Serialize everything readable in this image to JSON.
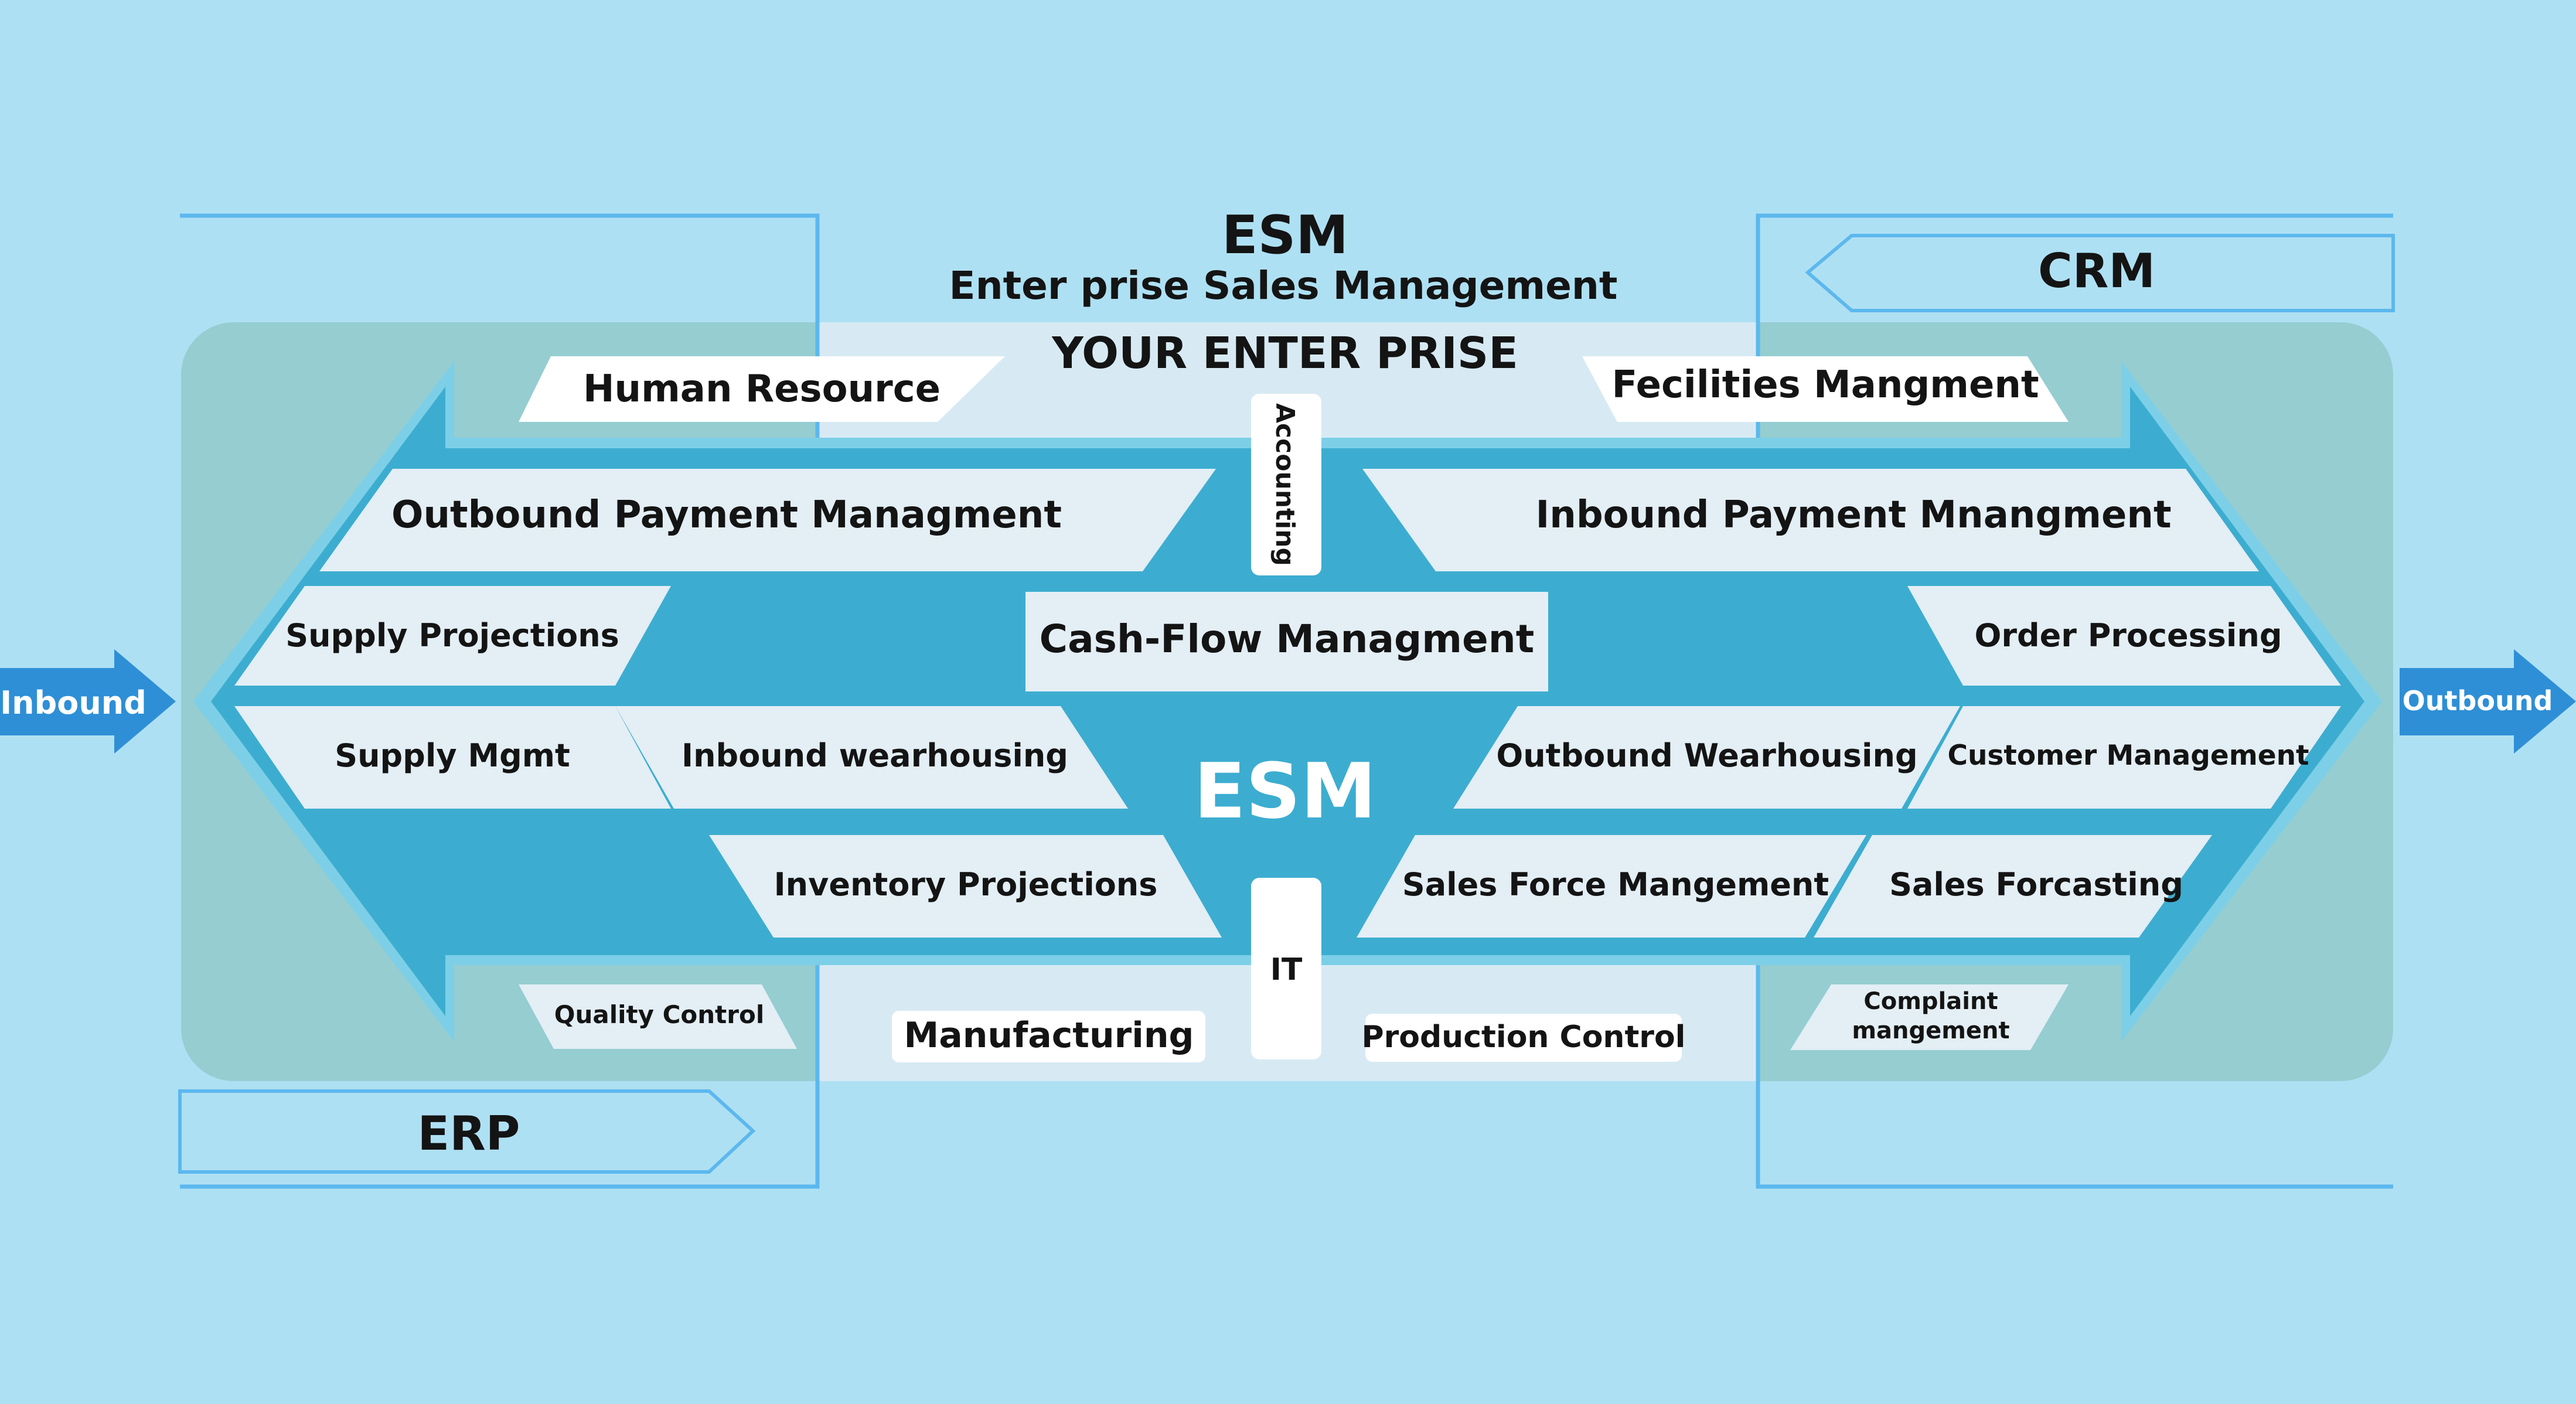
{
  "header": {
    "acronym": "ESM",
    "full_name": "Enter prise Sales Management",
    "enterprise": "YOUR ENTER PRISE"
  },
  "systems": {
    "left": "ERP",
    "right": "CRM"
  },
  "flow": {
    "in": "Inbound",
    "out": "Outbound"
  },
  "hub": {
    "center": "ESM",
    "cash_flow": "Cash-Flow Managment",
    "accounting": "Accounting",
    "it": "IT"
  },
  "top_bars": {
    "left": "Human Resource",
    "right": "Fecilities Mangment"
  },
  "bottom_bars": {
    "quality": "Quality Control",
    "manufacturing": "Manufacturing",
    "production": "Production Control",
    "complaint_line1": "Complaint",
    "complaint_line2": "mangement"
  },
  "left_modules": {
    "outbound_payment": "Outbound Payment Managment",
    "supply_projections": "Supply Projections",
    "supply_mgmt": "Supply Mgmt",
    "inbound_warehousing": "Inbound wearhousing",
    "inventory_projections": "Inventory Projections"
  },
  "right_modules": {
    "inbound_payment": "Inbound Payment Mnangment",
    "order_processing": "Order Processing",
    "outbound_warehousing": "Outbound Wearhousing",
    "customer_management": "Customer Management",
    "sales_force": "Sales Force Mangement",
    "sales_forecasting": "Sales Forcasting"
  },
  "colors": {
    "background": "#aee0f3",
    "panel": "#95cdd1",
    "arrow": "#3cadd0",
    "arrow_edge": "#7ccfe7",
    "box": "#e3eef5",
    "line": "#5cb8ee",
    "flow_arrow": "#2e8fd6"
  }
}
